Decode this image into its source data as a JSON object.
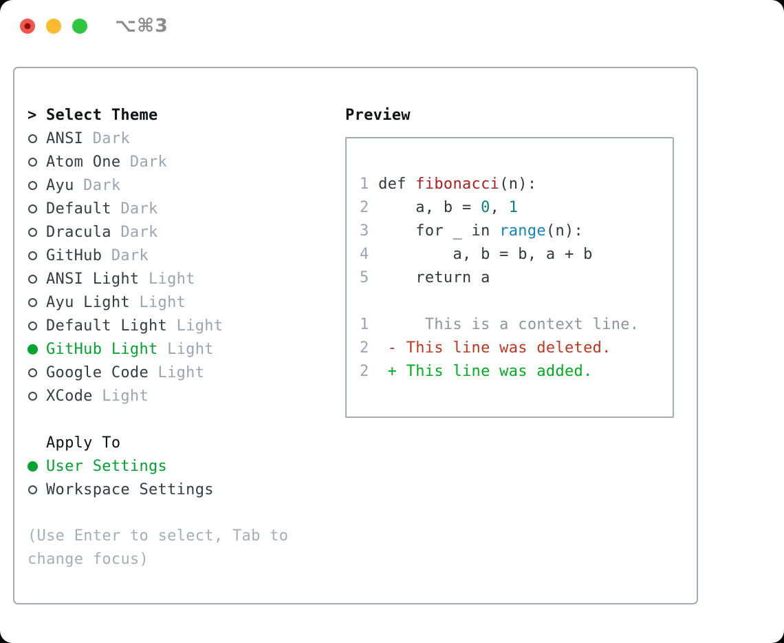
{
  "window": {
    "shortcut": "⌥⌘3",
    "traffic_lights": [
      {
        "name": "close",
        "color": "#F2564B",
        "dot": "#8E130D"
      },
      {
        "name": "minimize",
        "color": "#FBBB2F",
        "dot": null
      },
      {
        "name": "zoom",
        "color": "#2FC73E",
        "dot": null
      }
    ]
  },
  "theme_picker": {
    "prompt": ">",
    "title": "Select Theme",
    "items": [
      {
        "name": "ANSI",
        "variant": "Dark",
        "selected": false
      },
      {
        "name": "Atom One",
        "variant": "Dark",
        "selected": false
      },
      {
        "name": "Ayu",
        "variant": "Dark",
        "selected": false
      },
      {
        "name": "Default",
        "variant": "Dark",
        "selected": false
      },
      {
        "name": "Dracula",
        "variant": "Dark",
        "selected": false
      },
      {
        "name": "GitHub",
        "variant": "Dark",
        "selected": false
      },
      {
        "name": "ANSI Light",
        "variant": "Light",
        "selected": false
      },
      {
        "name": "Ayu Light",
        "variant": "Light",
        "selected": false
      },
      {
        "name": "Default Light",
        "variant": "Light",
        "selected": false
      },
      {
        "name": "GitHub Light",
        "variant": "Light",
        "selected": true
      },
      {
        "name": "Google Code",
        "variant": "Light",
        "selected": false
      },
      {
        "name": "XCode",
        "variant": "Light",
        "selected": false
      }
    ],
    "apply_to": {
      "title": "Apply To",
      "options": [
        {
          "label": "User Settings",
          "selected": true
        },
        {
          "label": "Workspace Settings",
          "selected": false
        }
      ]
    },
    "hint": "(Use Enter to select, Tab to change focus)"
  },
  "preview": {
    "title": "Preview",
    "lines": [
      {
        "num": "1",
        "segments": [
          {
            "text": " def ",
            "color": "code"
          },
          {
            "text": "fibonacci",
            "color": "func"
          },
          {
            "text": "(n):",
            "color": "code"
          }
        ]
      },
      {
        "num": "2",
        "segments": [
          {
            "text": "     a, b = ",
            "color": "code"
          },
          {
            "text": "0",
            "color": "num"
          },
          {
            "text": ", ",
            "color": "code"
          },
          {
            "text": "1",
            "color": "num"
          }
        ]
      },
      {
        "num": "3",
        "segments": [
          {
            "text": "     for _ in ",
            "color": "code"
          },
          {
            "text": "range",
            "color": "builtin"
          },
          {
            "text": "(n):",
            "color": "code"
          }
        ]
      },
      {
        "num": "4",
        "segments": [
          {
            "text": "         a, b = b, a + b",
            "color": "code"
          }
        ]
      },
      {
        "num": "5",
        "segments": [
          {
            "text": "     return a",
            "color": "code"
          }
        ]
      },
      {
        "num": "",
        "segments": []
      },
      {
        "num": "1",
        "segments": [
          {
            "text": "      This is a context line.",
            "color": "context"
          }
        ]
      },
      {
        "num": "2",
        "segments": [
          {
            "text": "  - This line was deleted.",
            "color": "deleted"
          }
        ]
      },
      {
        "num": "2",
        "segments": [
          {
            "text": "  + This line was added.",
            "color": "added"
          }
        ]
      }
    ]
  },
  "colors": {
    "header_text": "#0E1116",
    "label": "#363C44",
    "muted": "#9AA5B1",
    "hint": "#A6AEB8",
    "selected_green": "#00A42E",
    "line_number": "#9AA5B1",
    "code": "#32383E",
    "func": "#AF1E1E",
    "num": "#0D7E83",
    "builtin": "#1383C2",
    "context": "#8D959E",
    "deleted": "#C0361F",
    "added": "#00AD1C",
    "border": "#A3ABB5"
  }
}
